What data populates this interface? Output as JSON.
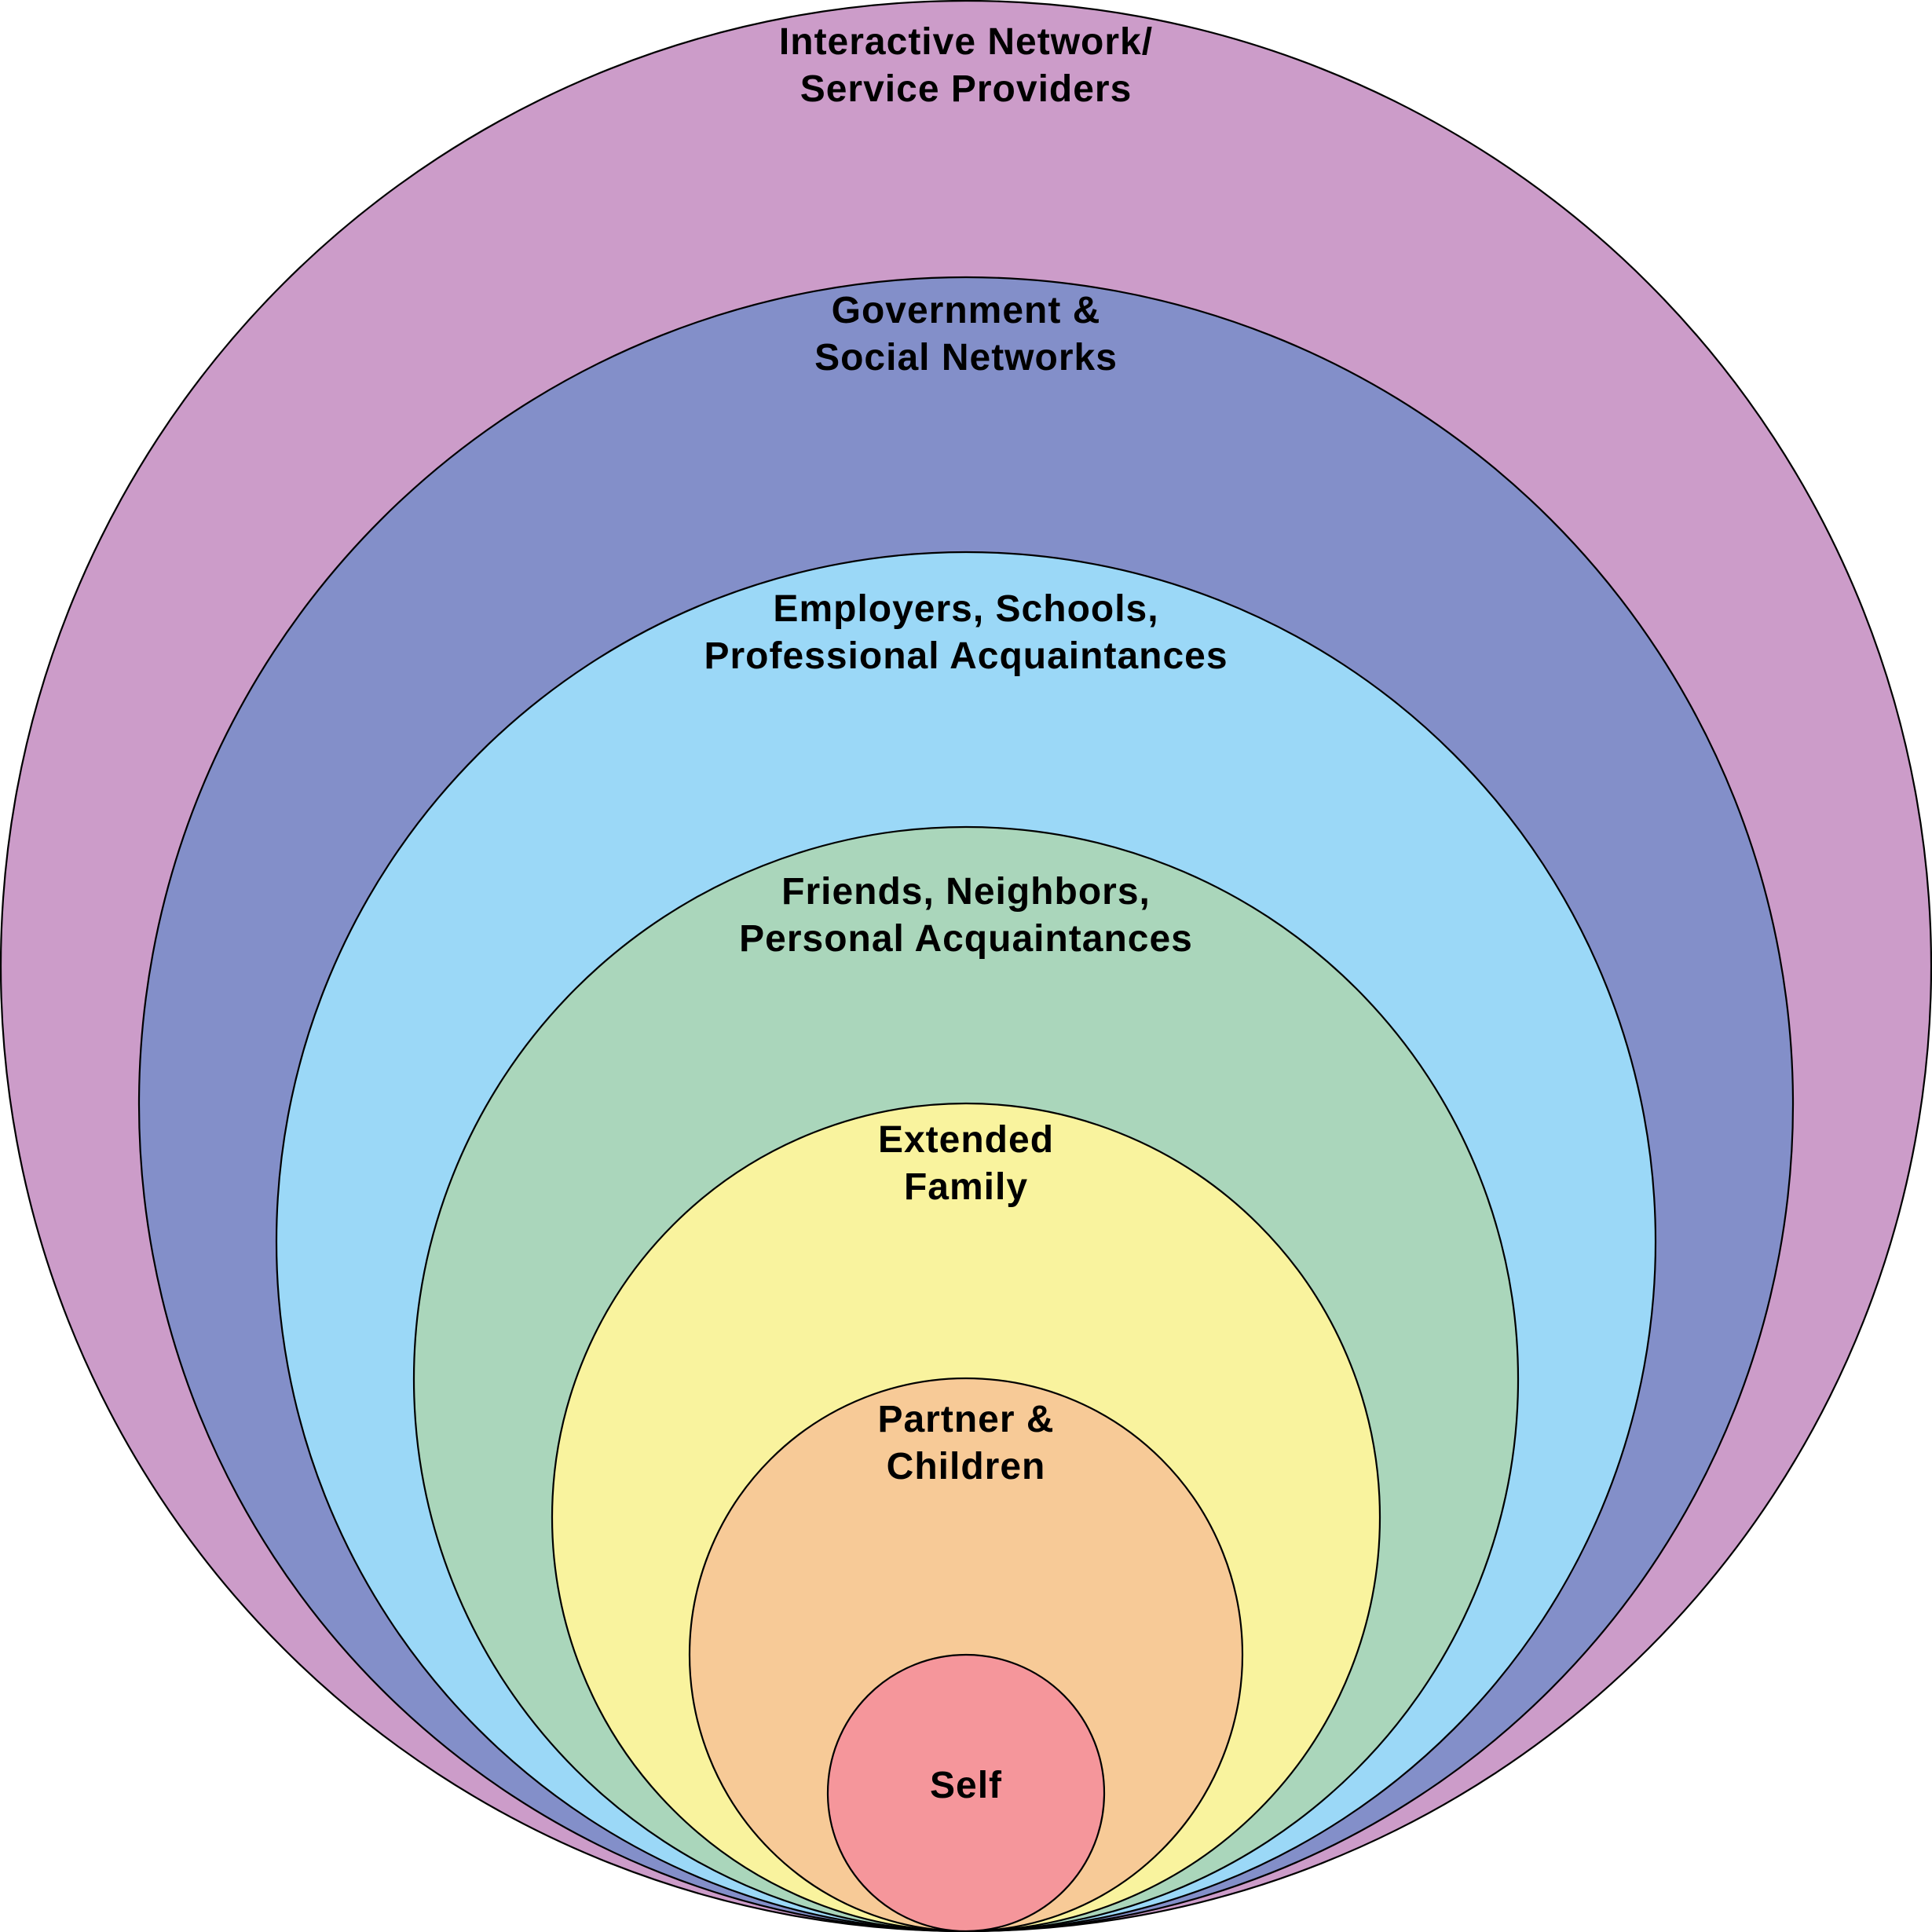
{
  "rings": [
    {
      "id": "interactive-network",
      "lines": [
        "Interactive Network/",
        "Service Providers"
      ],
      "color": "#cc9cc9"
    },
    {
      "id": "government-social",
      "lines": [
        "Government &",
        "Social Networks"
      ],
      "color": "#838fc9"
    },
    {
      "id": "employers-schools",
      "lines": [
        "Employers, Schools,",
        "Professional Acquaintances"
      ],
      "color": "#9bd8f7"
    },
    {
      "id": "friends-neighbors",
      "lines": [
        "Friends, Neighbors,",
        "Personal Acquaintances"
      ],
      "color": "#aad6bb"
    },
    {
      "id": "extended-family",
      "lines": [
        "Extended",
        "Family"
      ],
      "color": "#f9f39e"
    },
    {
      "id": "partner-children",
      "lines": [
        "Partner &",
        "Children"
      ],
      "color": "#f7ca97"
    },
    {
      "id": "self",
      "lines": [
        "Self"
      ],
      "color": "#f5969b"
    }
  ]
}
